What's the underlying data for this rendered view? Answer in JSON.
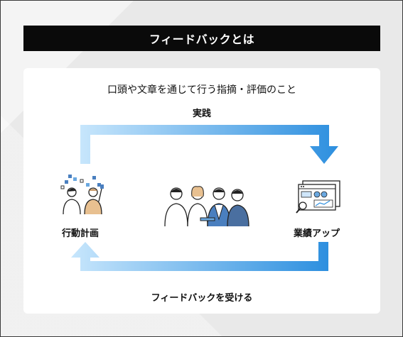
{
  "title": "フィードバックとは",
  "subtitle": "口頭や文章を通じて行う指摘・評価のこと",
  "cycle": {
    "top_label": "実践",
    "right_label": "業績アップ",
    "bottom_label": "フィードバックを受ける",
    "left_label": "行動計画"
  },
  "colors": {
    "title_bg": "#0a0a0a",
    "arrow_light": "#bfe2fb",
    "arrow_dark": "#2d8fdf"
  },
  "icons": [
    "planning-people-illustration",
    "team-meeting-illustration",
    "dashboard-chart-illustration"
  ]
}
